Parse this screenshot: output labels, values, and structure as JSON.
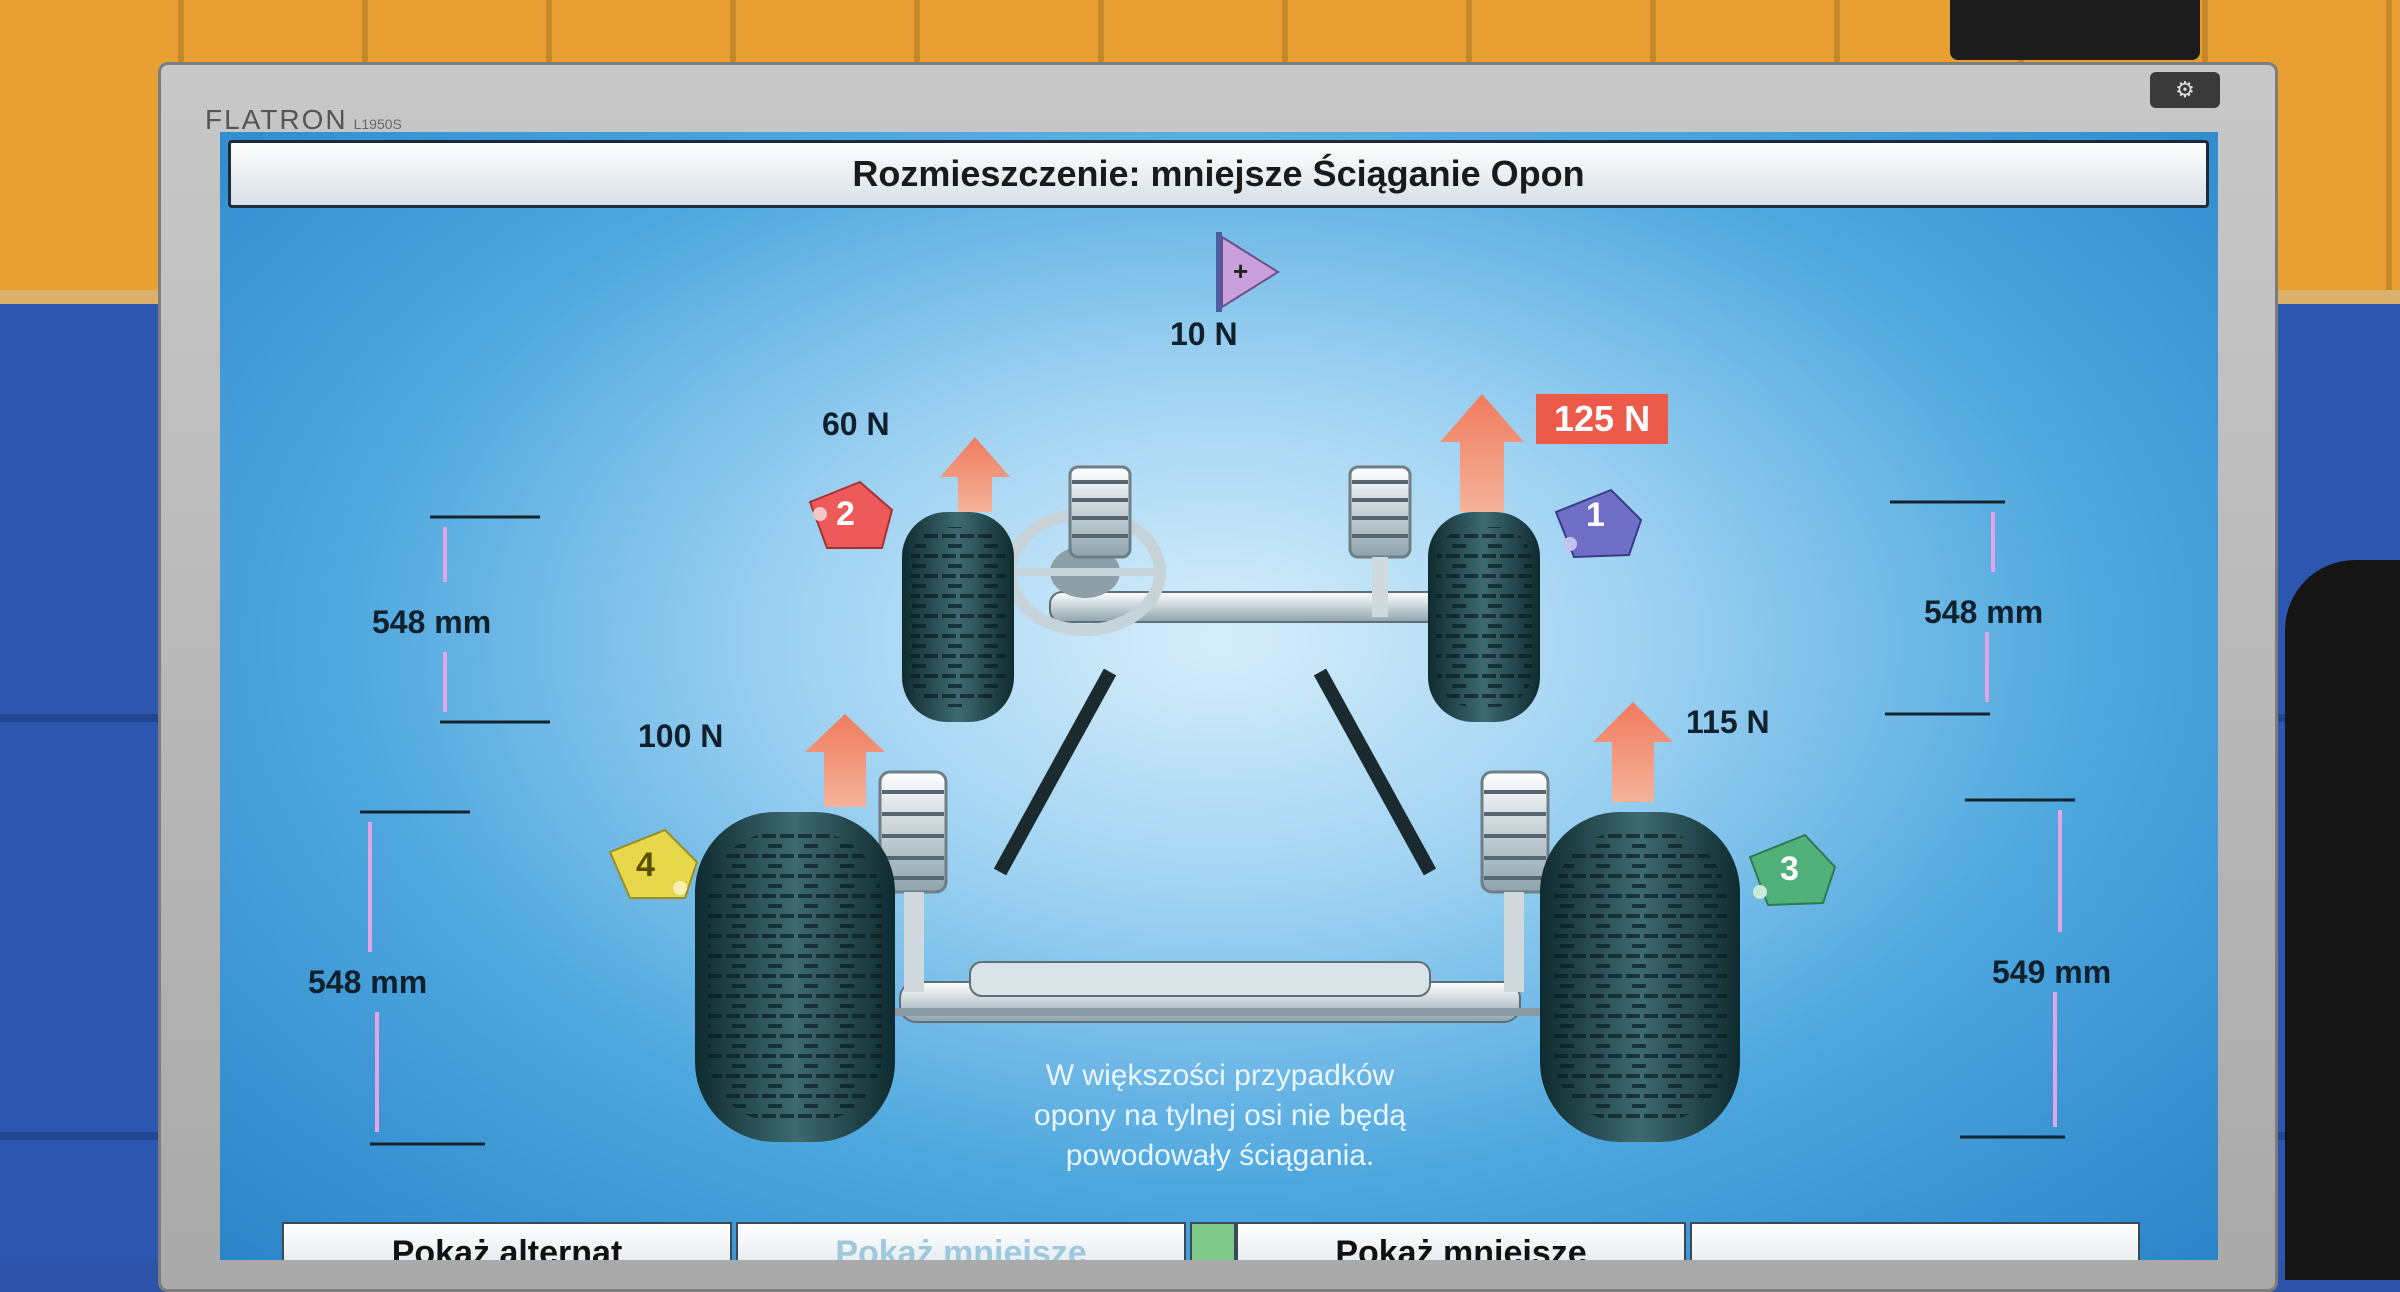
{
  "monitor": {
    "brand": "FLATRON",
    "model": "L1950S"
  },
  "screen": {
    "title": "Rozmieszczenie: mniejsze Ściąganie Opon",
    "center_force": "10 N",
    "forces": {
      "front_left": "60 N",
      "front_right": "125 N",
      "rear_left": "100 N",
      "rear_right": "115 N"
    },
    "wheel_tags": {
      "front_right": "1",
      "front_left": "2",
      "rear_right": "3",
      "rear_left": "4"
    },
    "tag_colors": {
      "front_right": "#6f6fc8",
      "front_left": "#ee5a5a",
      "rear_right": "#4fb07a",
      "rear_left": "#e6d84a"
    },
    "measurements": {
      "front_left": "548 mm",
      "front_right": "548 mm",
      "rear_left": "548 mm",
      "rear_right": "549 mm"
    },
    "message": [
      "W większości przypadków",
      "opony na tylnej osi nie będą",
      "powodowały ściągania."
    ],
    "buttons": {
      "alternate": "Pokaż alternat",
      "smaller_disabled": "Pokaż mniejsze",
      "smaller": "Pokaż mniejsze"
    }
  }
}
